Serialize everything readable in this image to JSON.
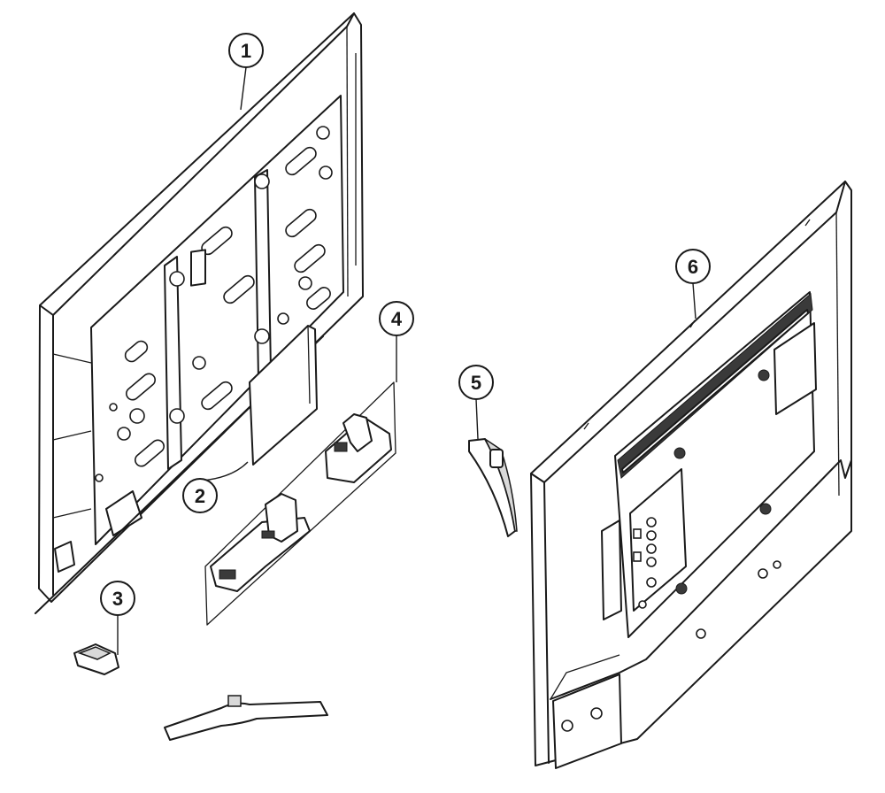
{
  "callouts": [
    {
      "id": "1",
      "label": "1"
    },
    {
      "id": "2",
      "label": "2"
    },
    {
      "id": "3",
      "label": "3"
    },
    {
      "id": "4",
      "label": "4"
    },
    {
      "id": "5",
      "label": "5"
    },
    {
      "id": "6",
      "label": "6"
    }
  ],
  "colors": {
    "line": "#1a1a1a",
    "background": "#ffffff",
    "shade": "#d9d9d9"
  }
}
